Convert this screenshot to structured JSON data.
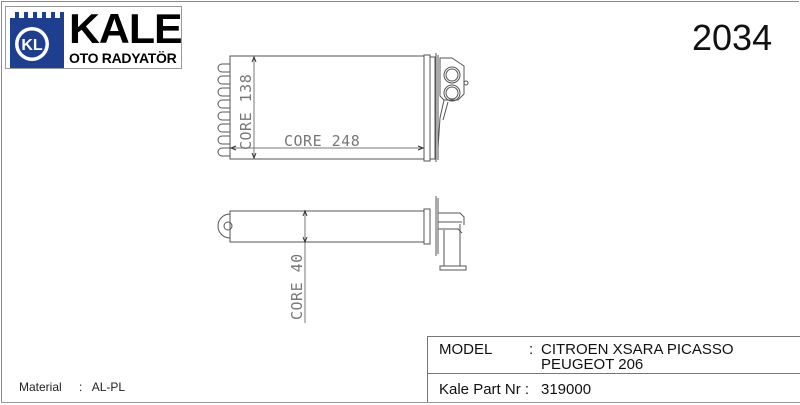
{
  "logo": {
    "brand": "KALE",
    "subtitle": "OTO RADYATÖR",
    "emblem_text": "KL",
    "brand_color": "#1e3f8f"
  },
  "part_number_header": "2034",
  "drawing": {
    "top_view": {
      "core_height_label": "CORE 138",
      "core_width_label": "CORE 248"
    },
    "side_view": {
      "core_depth_label": "CORE 40"
    }
  },
  "material": {
    "label": "Material",
    "separator": ":",
    "value": "AL-PL"
  },
  "info": {
    "model_label": "MODEL",
    "model_separator": ":",
    "models": [
      "CITROEN XSARA PICASSO",
      "PEUGEOT 206"
    ],
    "part_label": "Kale Part Nr :",
    "part_value": "319000"
  }
}
